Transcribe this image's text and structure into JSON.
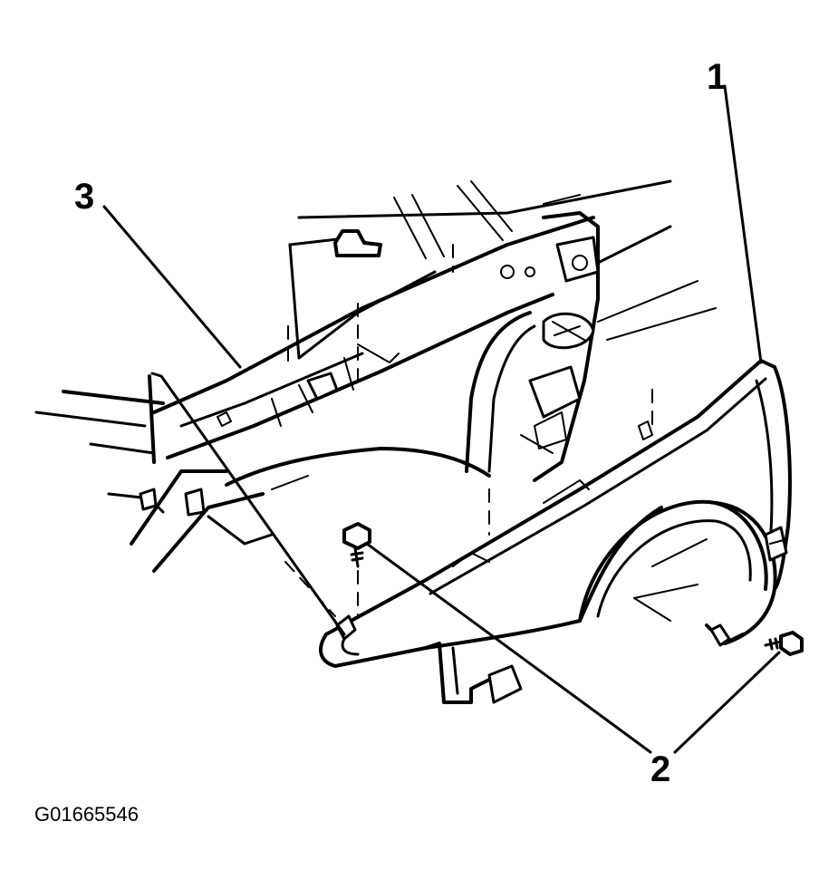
{
  "diagram": {
    "callouts": [
      {
        "id": "1",
        "label": "1",
        "part": "fender"
      },
      {
        "id": "2",
        "label": "2",
        "part": "bolt"
      },
      {
        "id": "3",
        "label": "3",
        "part": "body-structure"
      }
    ],
    "figure_id": "G01665546"
  }
}
